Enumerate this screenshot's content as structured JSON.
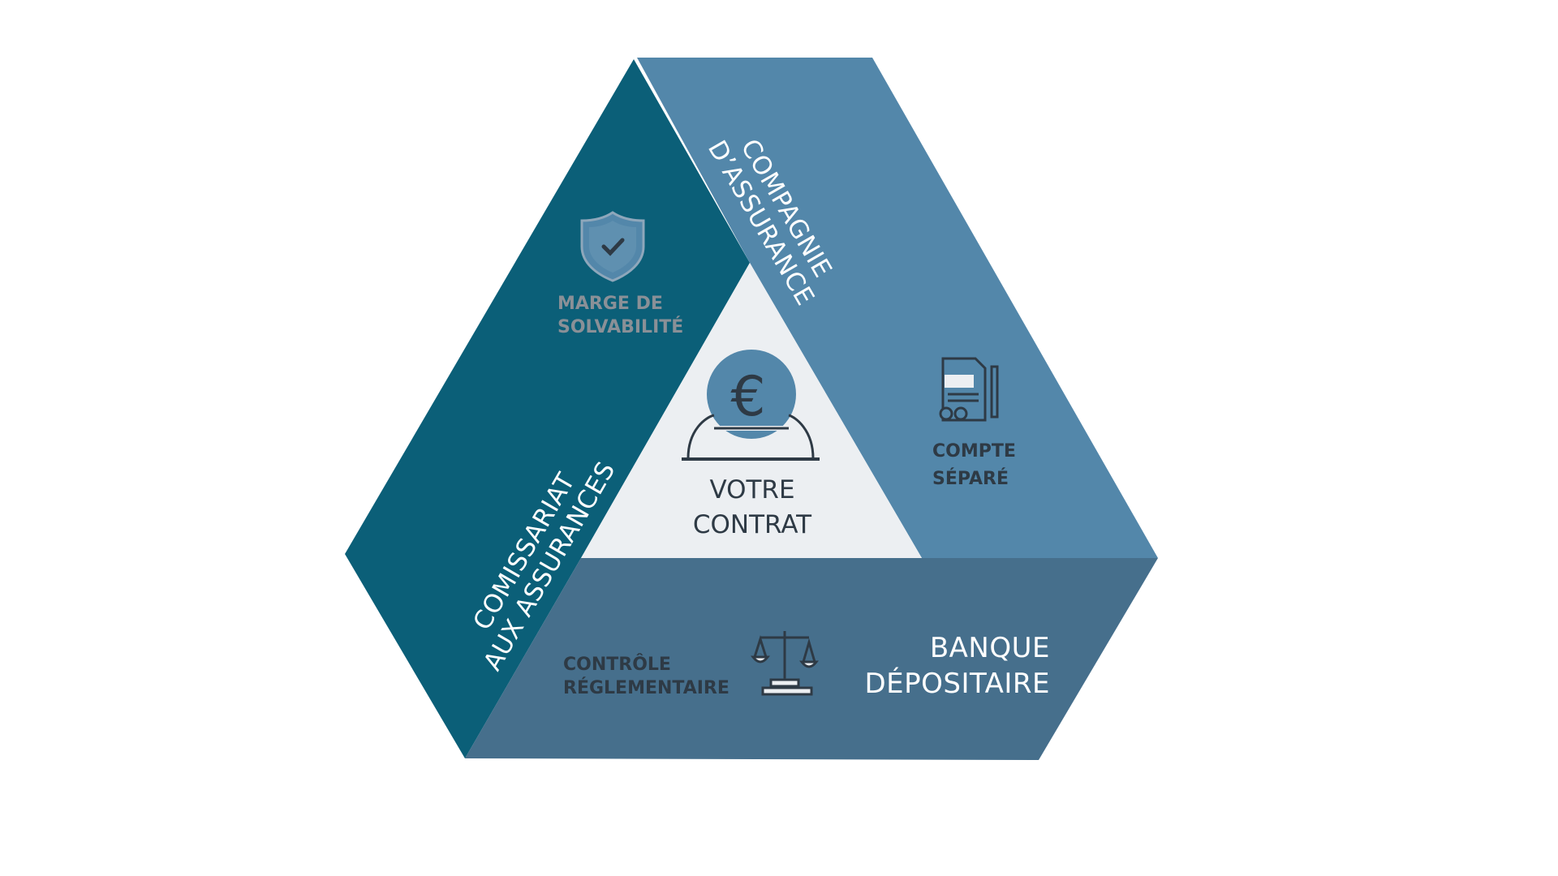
{
  "colors": {
    "left_band": "#0b5f78",
    "right_band": "#5387aa",
    "bottom_band": "#466f8c",
    "inner": "#eceff2",
    "dark_text": "#2e3a45",
    "gray_text": "#8a9097"
  },
  "bands": {
    "top_right": {
      "title_lines": [
        "COMPAGNIE",
        "D’ASSURANCE"
      ],
      "feature_lines": [
        "COMPTE",
        "SÉPARÉ"
      ],
      "icon": "document-glasses-icon"
    },
    "left": {
      "title_lines": [
        "COMISSARIAT",
        "AUX ASSURANCES"
      ],
      "feature_lines": [
        "MARGE DE",
        "SOLVABILITÉ"
      ],
      "icon": "shield-check-icon"
    },
    "bottom": {
      "title_lines": [
        "BANQUE",
        "DÉPOSITAIRE"
      ],
      "feature_lines": [
        "CONTRÔLE",
        "RÉGLEMENTAIRE"
      ],
      "icon": "scales-icon"
    }
  },
  "center": {
    "lines": [
      "VOTRE",
      "CONTRAT"
    ],
    "icon": "euro-coin-icon",
    "symbol": "€"
  }
}
